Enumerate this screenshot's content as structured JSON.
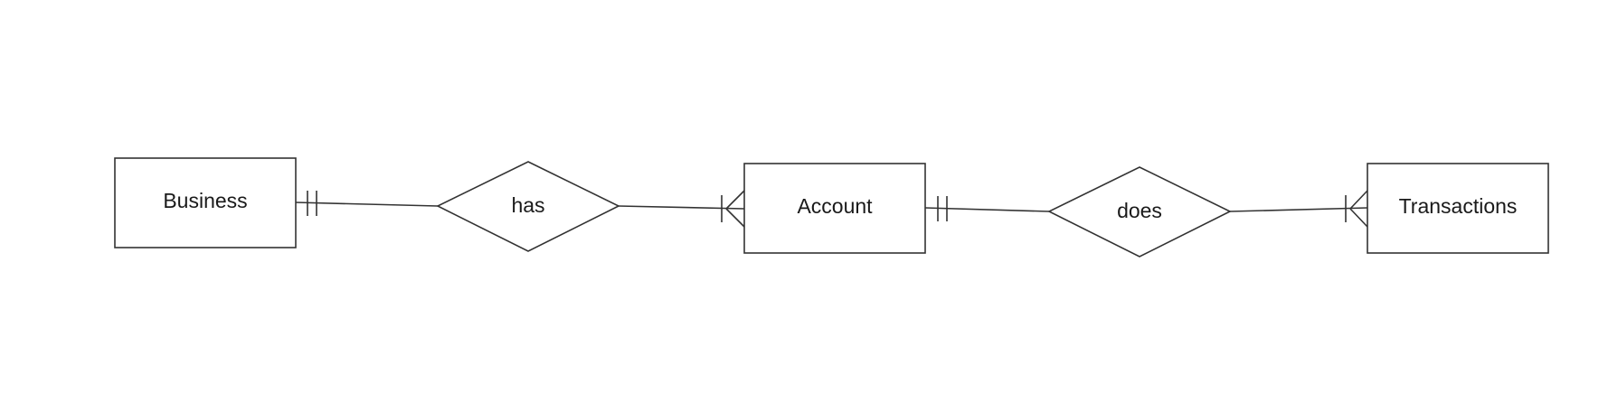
{
  "diagram": {
    "entities": {
      "business": "Business",
      "account": "Account",
      "transactions": "Transactions"
    },
    "relationships": {
      "has": "has",
      "does": "does"
    },
    "cardinalities": {
      "business_has": "one-and-only-one",
      "has_account": "one-or-many",
      "account_does": "one-and-only-one",
      "does_transactions": "one-or-many"
    },
    "colors": {
      "stroke": "#333333",
      "fill": "#ffffff",
      "text": "#1a1a1a"
    }
  }
}
